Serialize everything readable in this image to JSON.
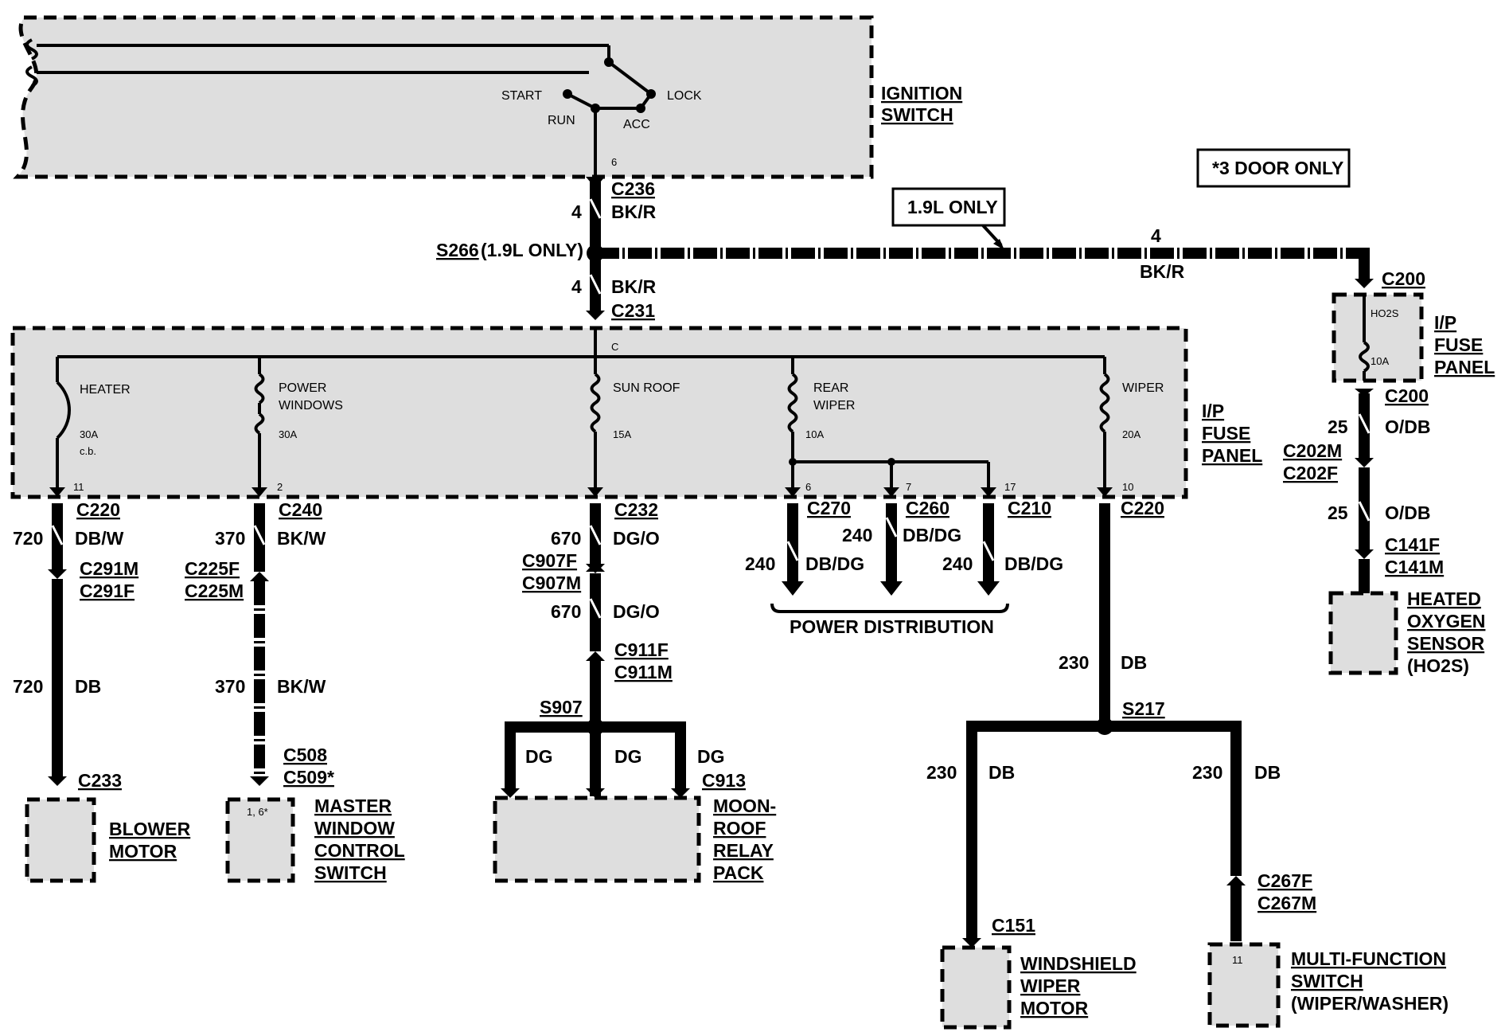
{
  "ignition_switch": {
    "title_line1": "IGNITION",
    "title_line2": "SWITCH",
    "pos_start": "START",
    "pos_lock": "LOCK",
    "pos_run": "RUN",
    "pos_acc": "ACC",
    "pin": "6"
  },
  "notes": {
    "three_door": "*3 DOOR ONLY",
    "one_nine_only": "1.9L ONLY"
  },
  "main_feed": {
    "c236": "C236",
    "circuit": "4",
    "color": "BK/R",
    "splice": "S266",
    "splice_note": "(1.9L ONLY)",
    "circuit2": "4",
    "color2": "BK/R",
    "c231": "C231",
    "pin_c": "C"
  },
  "ho2s_branch": {
    "circuit": "4",
    "color": "BK/R",
    "c200_top": "C200",
    "fuse_name": "HO2S",
    "fuse_rating": "10A",
    "panel_line1": "I/P",
    "panel_line2": "FUSE",
    "panel_line3": "PANEL",
    "c200_bottom": "C200",
    "circuit_a": "25",
    "color_a": "O/DB",
    "c202m": "C202M",
    "c202f": "C202F",
    "circuit_b": "25",
    "color_b": "O/DB",
    "c141f": "C141F",
    "c141m": "C141M",
    "sensor_line1": "HEATED",
    "sensor_line2": "OXYGEN",
    "sensor_line3": "SENSOR",
    "sensor_line4": "(HO2S)"
  },
  "fuse_panel": {
    "label_line1": "I/P",
    "label_line2": "FUSE",
    "label_line3": "PANEL",
    "fuses": [
      {
        "name1": "HEATER",
        "name2": "",
        "rating": "30A",
        "extra": "c.b.",
        "pin": "11"
      },
      {
        "name1": "POWER",
        "name2": "WINDOWS",
        "rating": "30A",
        "extra": "",
        "pin": "2"
      },
      {
        "name1": "SUN ROOF",
        "name2": "",
        "rating": "15A",
        "extra": "",
        "pin": ""
      },
      {
        "name1": "REAR",
        "name2": "WIPER",
        "rating": "10A",
        "extra": "",
        "pin": "6"
      },
      {
        "name1": "WIPER",
        "name2": "",
        "rating": "20A",
        "extra": "",
        "pin": "10"
      }
    ],
    "rear_wiper_pins": [
      "7",
      "17"
    ]
  },
  "blower": {
    "conn_top": "C220",
    "circuit_a": "720",
    "color_a": "DB/W",
    "c291m": "C291M",
    "c291f": "C291F",
    "circuit_b": "720",
    "color_b": "DB",
    "conn_bottom": "C233",
    "component_line1": "BLOWER",
    "component_line2": "MOTOR"
  },
  "window": {
    "conn_top": "C240",
    "circuit_a": "370",
    "color_a": "BK/W",
    "c225f": "C225F",
    "c225m": "C225M",
    "circuit_b": "370",
    "color_b": "BK/W",
    "c508": "C508",
    "c509": "C509*",
    "pin": "1, 6*",
    "component_line1": "MASTER",
    "component_line2": "WINDOW",
    "component_line3": "CONTROL",
    "component_line4": "SWITCH"
  },
  "moonroof": {
    "conn_top": "C232",
    "circuit_a": "670",
    "color_a": "DG/O",
    "c907f": "C907F",
    "c907m": "C907M",
    "circuit_b": "670",
    "color_b": "DG/O",
    "c911f": "C911F",
    "c911m": "C911M",
    "splice": "S907",
    "dg1": "DG",
    "dg2": "DG",
    "dg3": "DG",
    "c913": "C913",
    "component_line1": "MOON-",
    "component_line2": "ROOF",
    "component_line3": "RELAY",
    "component_line4": "PACK"
  },
  "power_dist": {
    "c270": "C270",
    "c260": "C260",
    "c210": "C210",
    "circuit_mid": "240",
    "color_mid": "DB/DG",
    "circuit_left": "240",
    "color_left": "DB/DG",
    "circuit_right": "240",
    "color_right": "DB/DG",
    "label": "POWER DISTRIBUTION"
  },
  "wiper": {
    "conn_top": "C220",
    "circuit": "230",
    "color": "DB",
    "splice": "S217",
    "circuit_left": "230",
    "color_left": "DB",
    "circuit_right": "230",
    "color_right": "DB",
    "c151": "C151",
    "c267f": "C267F",
    "c267m": "C267M",
    "mf_pin": "11",
    "motor_line1": "WINDSHIELD",
    "motor_line2": "WIPER",
    "motor_line3": "MOTOR",
    "switch_line1": "MULTI-FUNCTION",
    "switch_line2": "SWITCH",
    "switch_line3": "(WIPER/WASHER)"
  }
}
